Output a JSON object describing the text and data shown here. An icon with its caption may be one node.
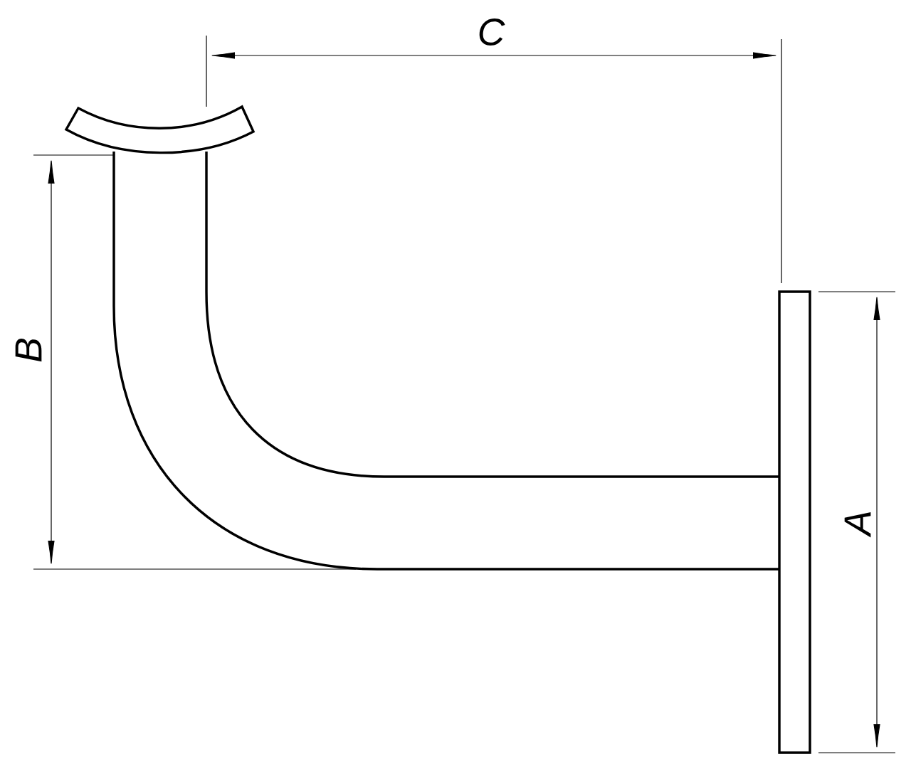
{
  "diagram": {
    "labels": [
      "C",
      "B",
      "A"
    ]
  }
}
